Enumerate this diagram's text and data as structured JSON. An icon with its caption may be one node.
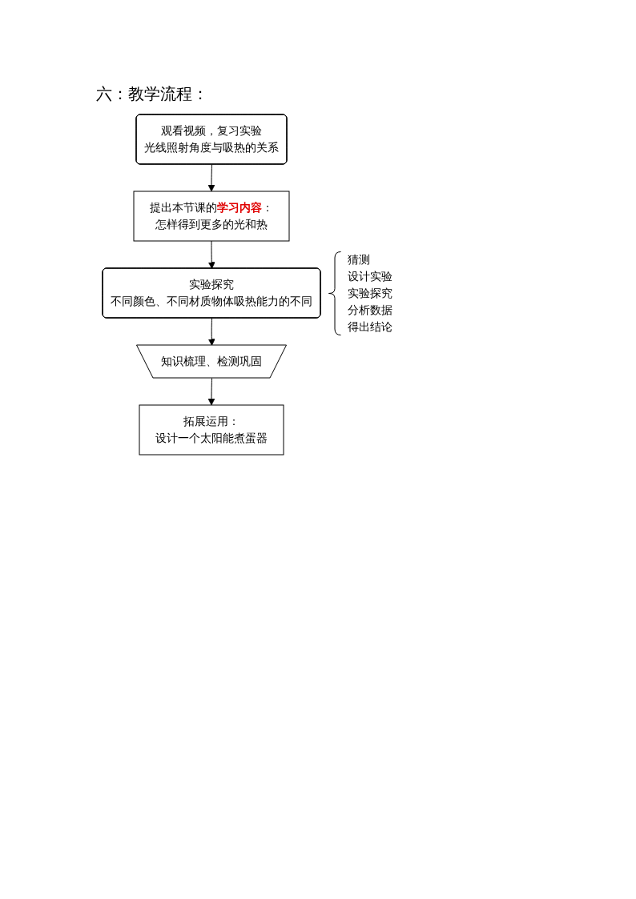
{
  "diagram": {
    "title": "六：教学流程：",
    "nodes": [
      {
        "text": [
          "观看视频，复习实验",
          "光线照射角度与吸热的关系"
        ]
      },
      {
        "text": [
          "提出本节课的**学习内容**：",
          "怎样得到更多的光和热"
        ]
      },
      {
        "text": [
          "实验探究",
          "不同颜色、不同材质物体吸热能力的不同"
        ],
        "beside": [
          "猜测",
          "设计实验",
          "实验探究",
          "分析数据",
          "得出结论"
        ]
      },
      {
        "text": [
          "知识梳理、检测巩固"
        ]
      },
      {
        "text": [
          "拓展运用：",
          "设计一个太阳能煮蛋器"
        ]
      }
    ],
    "edges": [
      {
        "from": 0,
        "to": 1,
        "arrow": "to"
      },
      {
        "from": 1,
        "to": 2,
        "arrow": "to"
      },
      {
        "from": 2,
        "to": 3,
        "arrow": "to"
      },
      {
        "from": 3,
        "to": 4,
        "arrow": "to"
      }
    ]
  }
}
